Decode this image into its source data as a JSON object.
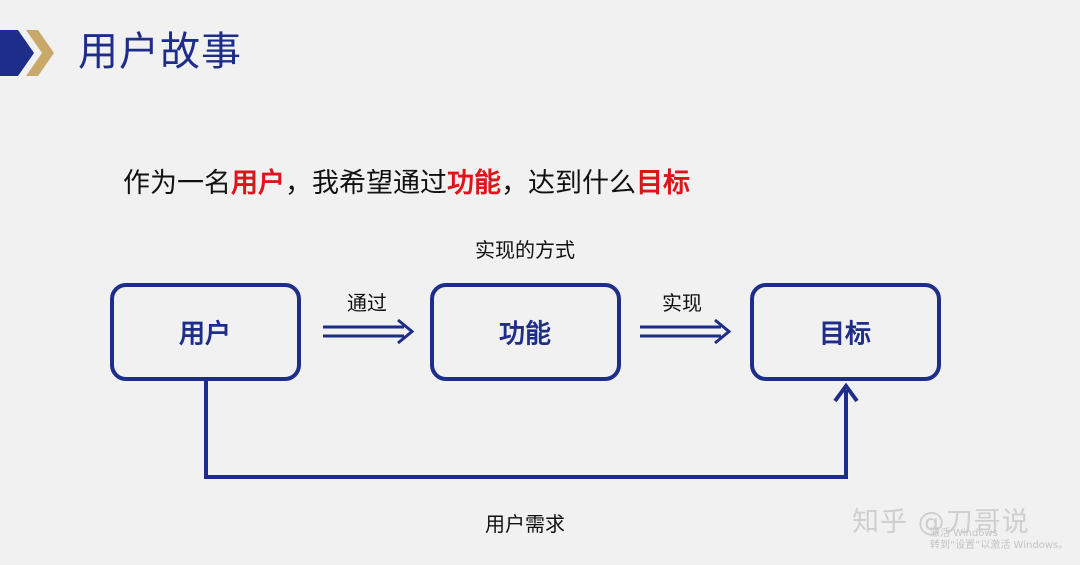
{
  "header": {
    "title": "用户故事",
    "accent_colors": {
      "navy": "#1f2d8a",
      "gold": "#c9a96a",
      "highlight_red": "#e0131b"
    }
  },
  "statement": {
    "parts": [
      {
        "text": "作为一名",
        "highlight": false
      },
      {
        "text": "用户",
        "highlight": true
      },
      {
        "text": "，我希望通过",
        "highlight": false
      },
      {
        "text": "功能",
        "highlight": true
      },
      {
        "text": "，达到什么",
        "highlight": false
      },
      {
        "text": "目标",
        "highlight": true
      }
    ]
  },
  "diagram": {
    "top_caption": "实现的方式",
    "nodes": [
      {
        "label": "用户"
      },
      {
        "label": "功能"
      },
      {
        "label": "目标"
      }
    ],
    "edges": [
      {
        "label": "通过"
      },
      {
        "label": "实现"
      }
    ],
    "bottom_caption": "用户需求"
  },
  "watermark": {
    "text": "知乎 @刀哥说",
    "windows_activate_line1": "激活 Windows",
    "windows_activate_line2": "转到“设置”以激活 Windows。"
  }
}
